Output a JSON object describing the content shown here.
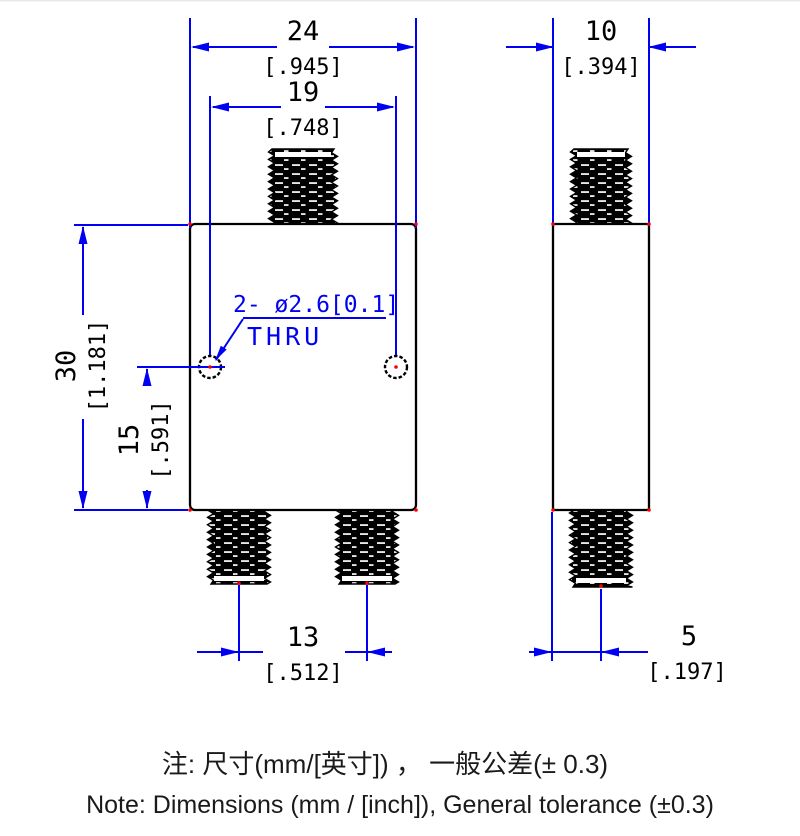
{
  "page": {
    "background": "#ffffff"
  },
  "colors": {
    "dimension_blue": "#0000f2",
    "line_black": "#000000",
    "marker_red": "#ff0000"
  },
  "front_view": {
    "dim_width": {
      "mm": "24",
      "inch": "[.945]"
    },
    "dim_hole_spacing": {
      "mm": "19",
      "inch": "[.748]"
    },
    "dim_height": {
      "mm": "30",
      "inch": "[1.181]"
    },
    "dim_hole_from_bottom": {
      "mm": "15",
      "inch": "[.591]"
    },
    "dim_port_spacing": {
      "mm": "13",
      "inch": "[.512]"
    },
    "hole_callout": {
      "quantity_dia": "2- ø2.6[0.1]",
      "thru": "THRU"
    }
  },
  "side_view": {
    "dim_depth": {
      "mm": "10",
      "inch": "[.394]"
    },
    "dim_port_offset": {
      "mm": "5",
      "inch": "[.197]"
    }
  },
  "notes": {
    "chinese": "注: 尺寸(mm/[英寸]) ， 一般公差(± 0.3)",
    "english": "Note: Dimensions (mm / [inch]), General tolerance (±0.3)"
  }
}
